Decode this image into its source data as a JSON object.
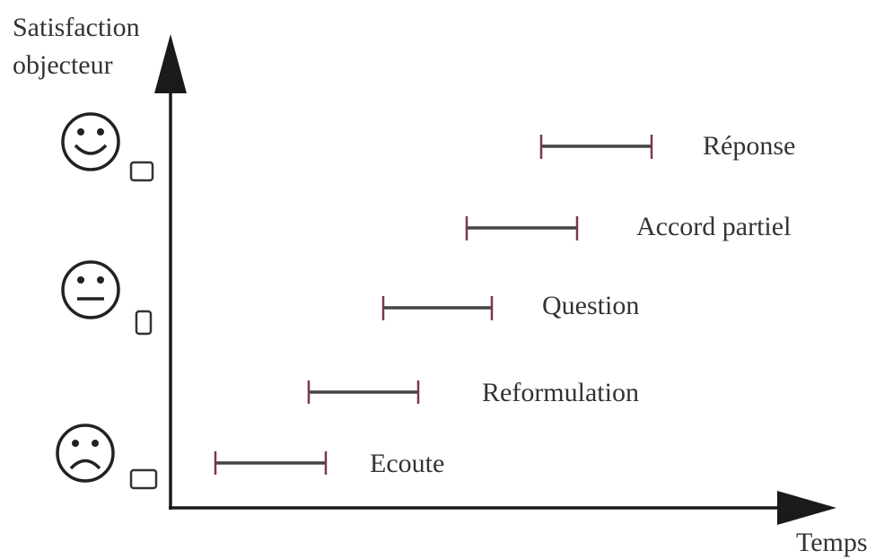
{
  "axes": {
    "y_label_line1": "Satisfaction",
    "y_label_line2": "objecteur",
    "x_label": "Temps"
  },
  "faces": [
    {
      "name": "happy-face-icon",
      "mood": "happy"
    },
    {
      "name": "neutral-face-icon",
      "mood": "neutral"
    },
    {
      "name": "sad-face-icon",
      "mood": "sad"
    }
  ],
  "phases": [
    {
      "label": "Ecoute"
    },
    {
      "label": "Reformulation"
    },
    {
      "label": "Question"
    },
    {
      "label": "Accord partiel"
    },
    {
      "label": "Réponse"
    }
  ],
  "colors": {
    "axis": "#1a1a1a",
    "bar": "#444444",
    "bar_cap": "#7a3a45",
    "text": "#333333"
  }
}
